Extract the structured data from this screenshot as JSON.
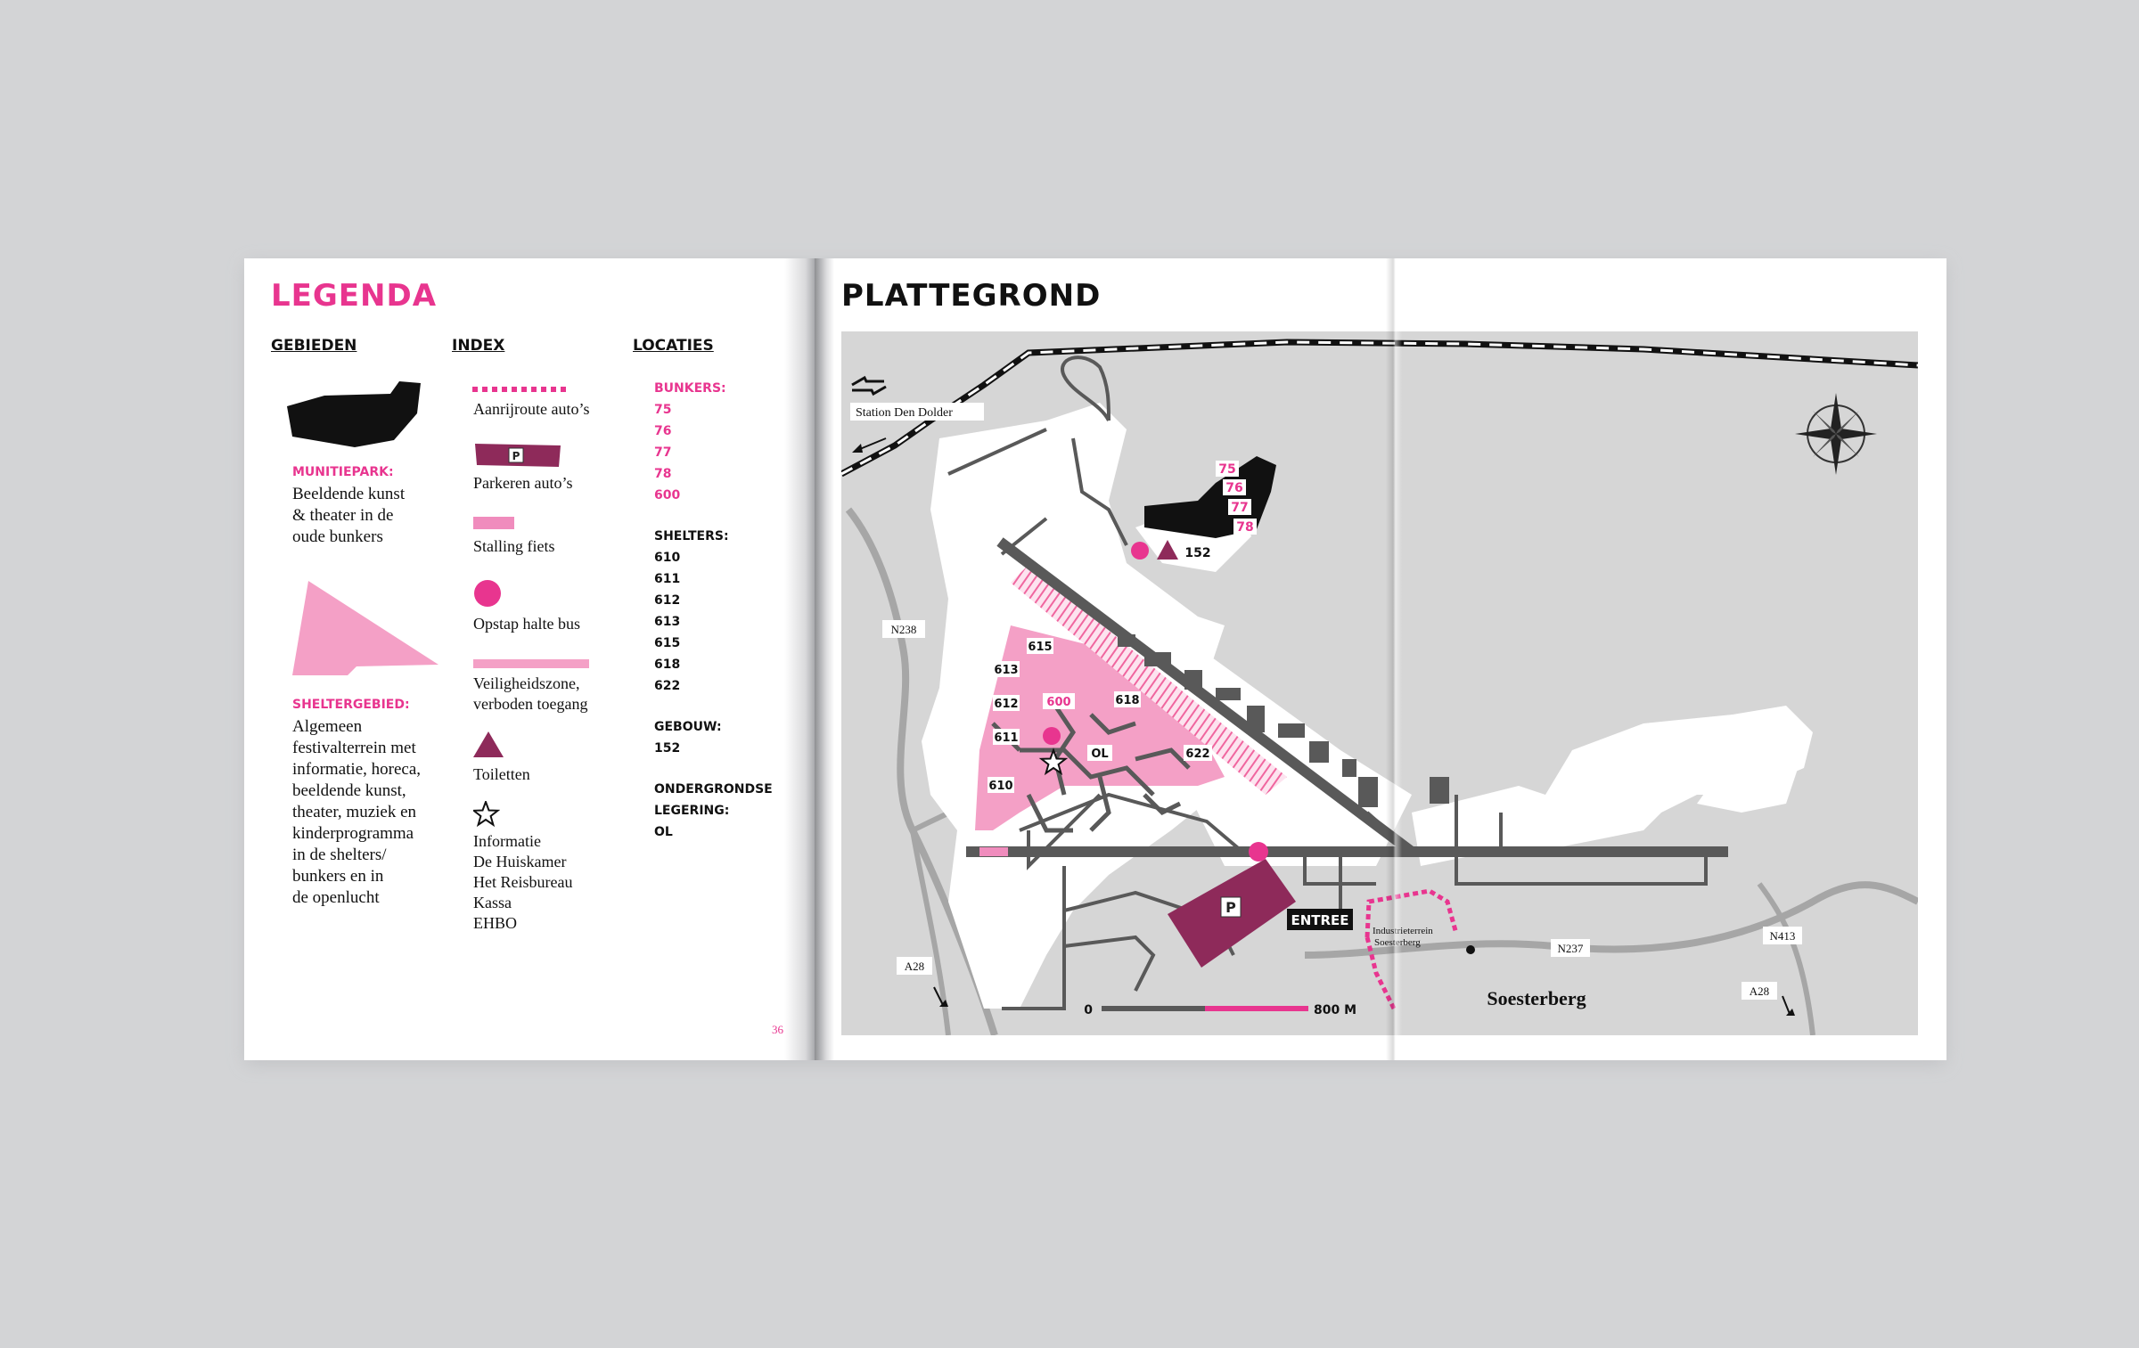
{
  "left_page": {
    "title": "LEGENDA",
    "page_number": "36",
    "columns": {
      "areas": "GEBIEDEN",
      "index": "INDEX",
      "locations": "LOCATIES"
    },
    "areas": [
      {
        "title": "MUNITIEPARK:",
        "text": "Beeldende kunst\n& theater in de\noude bunkers",
        "color": "#111111"
      },
      {
        "title": "SHELTERGEBIED:",
        "text": "Algemeen\nfestivalterrein met\ninformatie, horeca,\nbeeldende kunst,\ntheater, muziek en\nkinderprogramma\nin de shelters/\nbunkers en in\nde openlucht",
        "color": "#f4a0c6"
      }
    ],
    "index": [
      {
        "icon": "dashed-route-icon",
        "label": "Aanrijroute auto’s"
      },
      {
        "icon": "car-parking-icon",
        "label": "Parkeren auto’s",
        "glyph": "P"
      },
      {
        "icon": "bike-parking-icon",
        "label": "Stalling fiets"
      },
      {
        "icon": "bus-stop-icon",
        "label": "Opstap halte bus"
      },
      {
        "icon": "safety-zone-icon",
        "label": "Veiligheidszone,\nverboden toegang"
      },
      {
        "icon": "toilet-icon",
        "label": "Toiletten"
      },
      {
        "icon": "star-icon",
        "label": "Informatie\nDe Huiskamer\nHet Reisbureau\nKassa\nEHBO"
      }
    ],
    "locations": {
      "bunkers_title": "BUNKERS:",
      "bunkers": [
        "75",
        "76",
        "77",
        "78",
        "600"
      ],
      "shelters_title": "SHELTERS:",
      "shelters": [
        "610",
        "611",
        "612",
        "613",
        "615",
        "618",
        "622"
      ],
      "building_title": "GEBOUW:",
      "buildings": [
        "152"
      ],
      "underground_title": "ONDERGRONDSE\nLEGERING:",
      "underground": [
        "OL"
      ]
    }
  },
  "right_page": {
    "title": "PLATTEGROND",
    "map": {
      "station": "Station Den Dolder",
      "roads": [
        "N238",
        "A28",
        "A28",
        "N237",
        "N413"
      ],
      "town": "Soesterberg",
      "industrial": "Industrieterrein\nSoesterberg",
      "entrance": "ENTREE",
      "parking": "P",
      "scale_start": "0",
      "scale_end": "800 M",
      "bunker_labels": [
        "75",
        "76",
        "77",
        "78"
      ],
      "building": "152",
      "shelter_labels": [
        "615",
        "613",
        "612",
        "600",
        "618",
        "611",
        "OL",
        "622",
        "610"
      ]
    }
  },
  "colors": {
    "pink": "#e8358f",
    "light_pink": "#f4a0c6",
    "plum": "#8e2a5a",
    "road": "#595959",
    "ground": "#d6d6d6"
  }
}
